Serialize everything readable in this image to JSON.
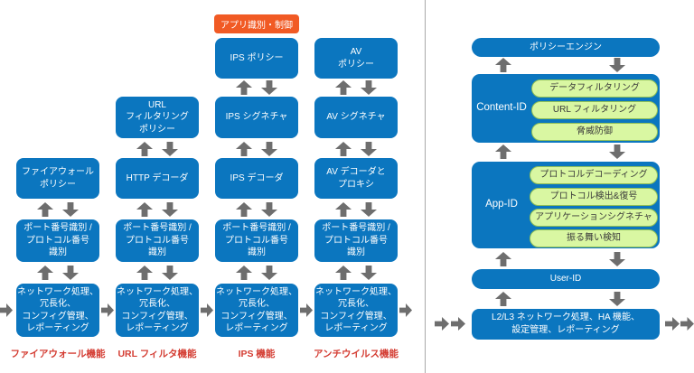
{
  "colors": {
    "blue": "#0b76bf",
    "orange": "#f15a24",
    "green-fill": "#d9f7a2",
    "green-border": "#8fbf57",
    "red": "#d43d33",
    "arrow": "#6e6e6e",
    "divider": "#a9a9a9"
  },
  "left": {
    "app_tag": "アプリ識別・制御",
    "columns": [
      {
        "footer": "ファイアウォール機能",
        "policy": "ファイアウォール\nポリシー",
        "port": "ポート番号識別 /\nプロトコル番号\n識別",
        "network": "ネットワーク処理、\n冗長化、\nコンフィグ管理、\nレポーティング"
      },
      {
        "footer": "URL フィルタ機能",
        "top": "URL\nフィルタリング\nポリシー",
        "decoder": "HTTP デコーダ",
        "port": "ポート番号識別 /\nプロトコル番号\n識別",
        "network": "ネットワーク処理、\n冗長化、\nコンフィグ管理、\nレポーティング"
      },
      {
        "footer": "IPS 機能",
        "policy": "IPS ポリシー",
        "signature": "IPS シグネチャ",
        "decoder": "IPS デコーダ",
        "port": "ポート番号識別 /\nプロトコル番号\n識別",
        "network": "ネットワーク処理、\n冗長化、\nコンフィグ管理、\nレポーティング"
      },
      {
        "footer": "アンチウイルス機能",
        "policy": "AV\nポリシー",
        "signature": "AV シグネチャ",
        "decoder": "AV デコーダと\nプロキシ",
        "port": "ポート番号識別 /\nプロトコル番号\n識別",
        "network": "ネットワーク処理、\n冗長化、\nコンフィグ管理、\nレポーティング"
      }
    ]
  },
  "right": {
    "policy_engine": "ポリシーエンジン",
    "content_id": {
      "label": "Content-ID",
      "items": [
        "データフィルタリング",
        "URL フィルタリング",
        "脅威防御"
      ]
    },
    "app_id": {
      "label": "App-ID",
      "items": [
        "プロトコルデコーディング",
        "プロトコル検出&復号",
        "アプリケーションシグネチャ",
        "振る舞い検知"
      ]
    },
    "user_id": "User-ID",
    "l2l3": "L2/L3 ネットワーク処理、HA 機能、\n設定管理、レポーティング"
  }
}
